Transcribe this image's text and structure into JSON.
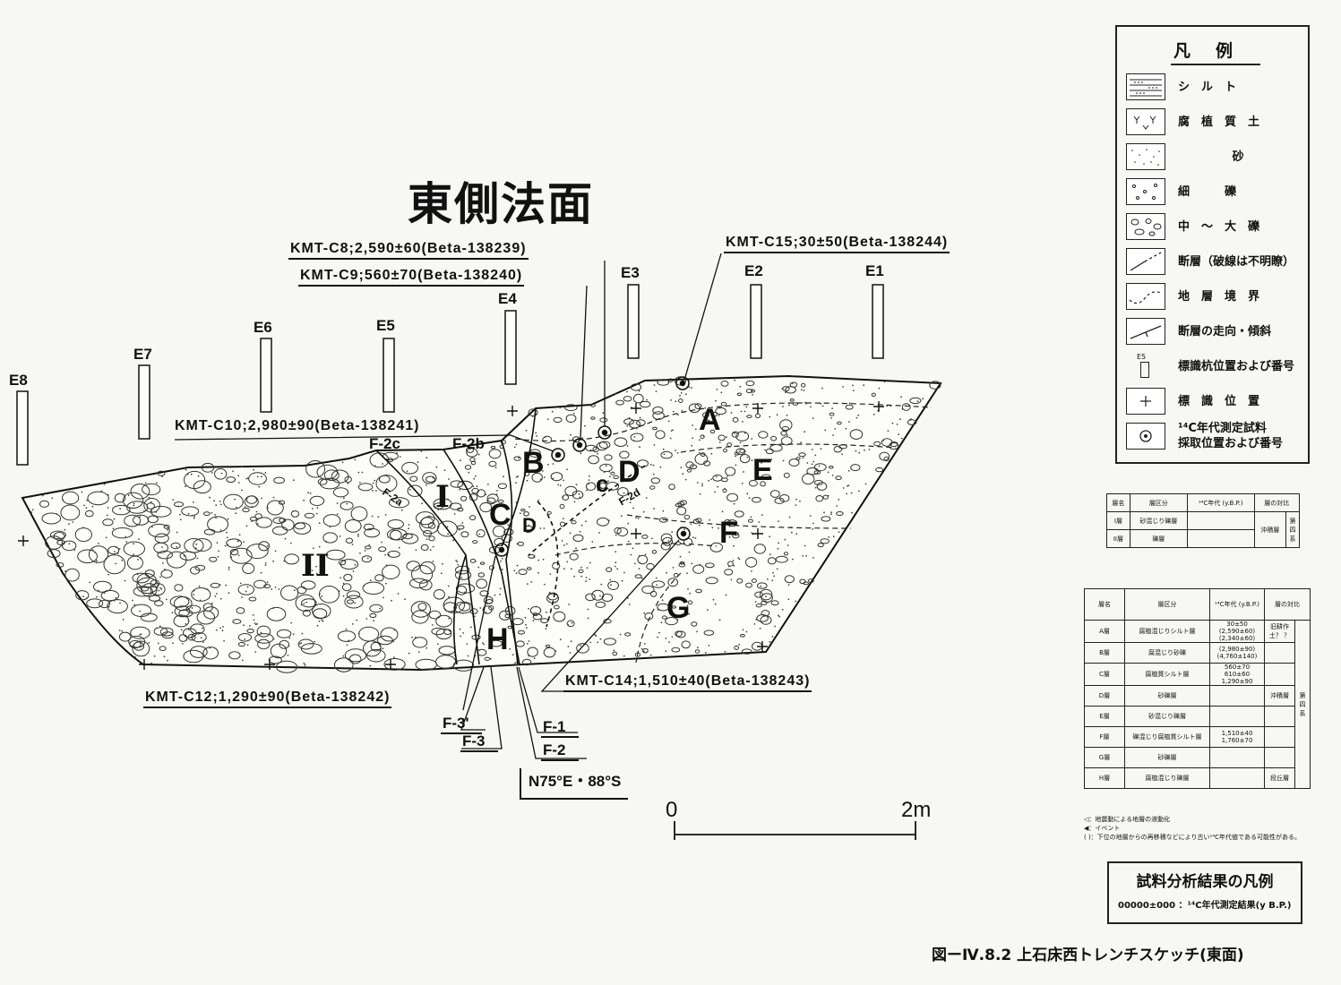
{
  "title": "東側法面",
  "markers": [
    "E8",
    "E7",
    "E6",
    "E5",
    "E4",
    "E3",
    "E2",
    "E1"
  ],
  "samples": {
    "c8": "KMT-C8;2,590±60(Beta-138239)",
    "c9": "KMT-C9;560±70(Beta-138240)",
    "c15": "KMT-C15;30±50(Beta-138244)",
    "c10": "KMT-C10;2,980±90(Beta-138241)",
    "c12": "KMT-C12;1,290±90(Beta-138242)",
    "c14": "KMT-C14;1,510±40(Beta-138243)"
  },
  "faults": {
    "f2c": "F-2c",
    "f2b": "F-2b",
    "f1": "F-1",
    "f2": "F-2",
    "f3p": "F-3'",
    "f3": "F-3",
    "f2a": "F-2a",
    "f2d": "F-2d"
  },
  "strike_dip": "N75°E・88°S",
  "layers": {
    "A": "A",
    "B": "B",
    "C": "C",
    "c_small": "c",
    "D": "D",
    "D_small": "D",
    "E": "E",
    "F": "F",
    "G": "G",
    "H": "H",
    "I": "I",
    "II": "II"
  },
  "scale": {
    "zero": "0",
    "end": "2m"
  },
  "legend": {
    "title": "凡例",
    "items": [
      {
        "label": "シ　ル　ト",
        "icon": "silt"
      },
      {
        "label": "腐　植　質　土",
        "icon": "humic-soil"
      },
      {
        "label": "砂",
        "icon": "sand"
      },
      {
        "label": "細　　　礫",
        "icon": "fine-gravel"
      },
      {
        "label": "中　〜　大　礫",
        "icon": "coarse-gravel"
      },
      {
        "label": "断層（破線は不明瞭）",
        "icon": "fault"
      },
      {
        "label": "地　層　境　界",
        "icon": "boundary"
      },
      {
        "label": "断層の走向・傾斜",
        "icon": "strike-dip"
      },
      {
        "label": "標識杭位置および番号",
        "icon": "stake"
      },
      {
        "label": "標　識　位　置",
        "icon": "cross"
      },
      {
        "label": "¹⁴C年代測定試料",
        "label2": "採取位置および番号",
        "icon": "sample"
      }
    ],
    "stake_icon_text": "E5"
  },
  "table1": {
    "headers": [
      "層名",
      "層区分",
      "¹⁴C年代 (y.B.P.)",
      "層の対比"
    ],
    "rows": [
      {
        "name": "I層",
        "desc": "砂混じり礫層",
        "age": "",
        "corr": "沖積層",
        "group": "第四系"
      },
      {
        "name": "II層",
        "desc": "礫層",
        "age": "",
        "corr": "",
        "group": ""
      }
    ]
  },
  "table2": {
    "headers": [
      "層名",
      "層区分",
      "¹⁴C年代 (y.B.P.)",
      "層の対比"
    ],
    "rows": [
      {
        "name": "A層",
        "desc": "腐植混じりシルト層",
        "ages": [
          "30±50",
          "(2,590±60)",
          "(2,340±60)"
        ],
        "corr": "旧耕作土？ ？"
      },
      {
        "name": "B層",
        "desc": "腐混じり砂礫",
        "ages": [
          "(2,980±90)",
          "(4,760±140)"
        ],
        "corr": ""
      },
      {
        "name": "C層",
        "desc": "腐植質シルト層",
        "ages": [
          "560±70",
          "610±60",
          "1,290±90"
        ],
        "corr": ""
      },
      {
        "name": "D層",
        "desc": "砂礫層",
        "ages": [],
        "corr": "沖積層"
      },
      {
        "name": "E層",
        "desc": "砂混じり礫層",
        "ages": [],
        "corr": ""
      },
      {
        "name": "F層",
        "desc": "礫混じり腐植質シルト層",
        "ages": [
          "1,510±40",
          "1,760±70"
        ],
        "corr": ""
      },
      {
        "name": "G層",
        "desc": "砂礫層",
        "ages": [],
        "corr": ""
      },
      {
        "name": "H層",
        "desc": "腐植混じり礫層",
        "ages": [],
        "corr": "段丘層"
      }
    ],
    "group": "第四系"
  },
  "notes": [
    "◁：地震動による地層の液動化",
    "◀：イベント",
    "( )：下位の地層からの再移積などにより古い¹⁴C年代値である可能性がある。"
  ],
  "key": {
    "title": "試料分析結果の凡例",
    "label": "00000±000 ：¹⁴C年代測定結果(y B.P.)"
  },
  "caption": "図ーⅣ.8.2  上石床西トレンチスケッチ(東面)"
}
